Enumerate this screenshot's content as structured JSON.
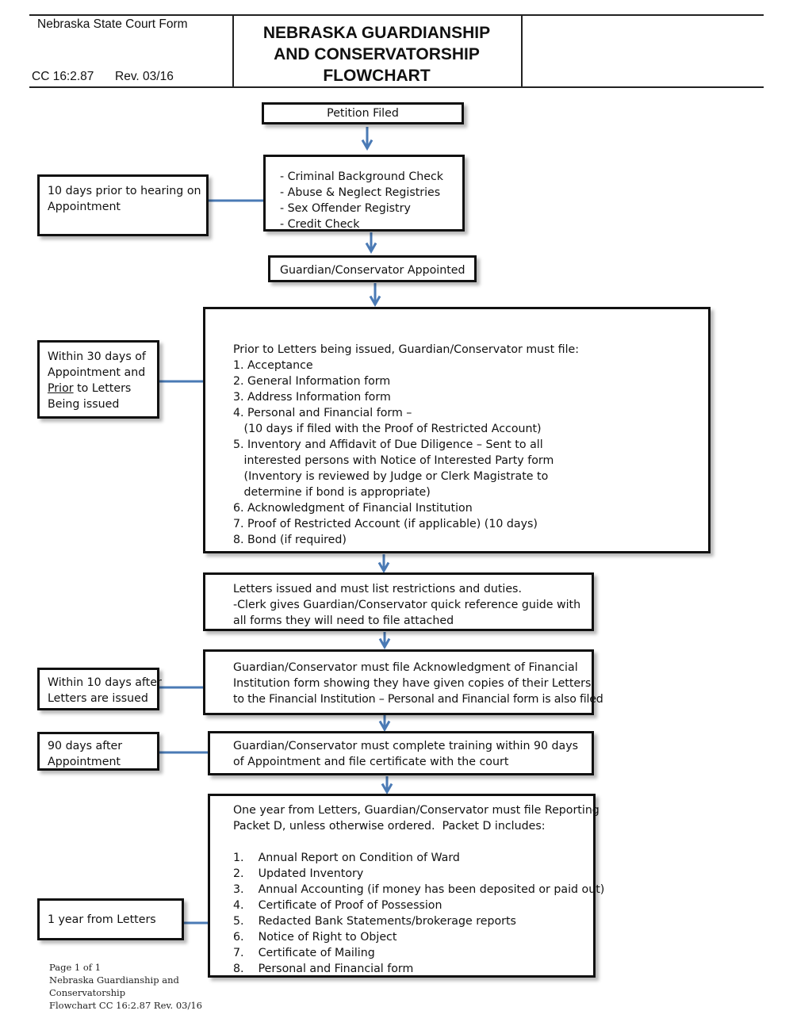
{
  "header": {
    "form_name": "Nebraska State Court Form",
    "form_code": "CC 16:2.87",
    "revision": "Rev. 03/16",
    "title_lines": [
      "NEBRASKA GUARDIANSHIP",
      "AND CONSERVATORSHIP",
      "FLOWCHART"
    ]
  },
  "flow": {
    "petition": "Petition Filed",
    "checks": [
      "- Criminal Background Check",
      "- Abuse & Neglect Registries",
      "- Sex Offender Registry",
      "- Credit Check"
    ],
    "appointed": "Guardian/Conservator Appointed",
    "prior_filing": [
      "Prior to Letters being issued, Guardian/Conservator must file:",
      "1. Acceptance",
      "2. General Information form",
      "3. Address Information form",
      "4. Personal and Financial form –",
      "   (10 days if filed with the Proof of Restricted Account)",
      "5. Inventory and Affidavit of Due Diligence – Sent to all",
      "   interested persons with Notice of Interested Party form",
      "   (Inventory is reviewed by Judge or Clerk Magistrate to",
      "   determine if bond is appropriate)",
      "6. Acknowledgment of Financial Institution",
      "7. Proof of Restricted Account (if applicable) (10 days)",
      "8. Bond (if required)"
    ],
    "letters_issued": [
      "Letters issued and must list restrictions and duties.",
      "-Clerk gives Guardian/Conservator quick reference guide with",
      "all forms they will need to file attached"
    ],
    "acknowledgment": [
      "Guardian/Conservator must file Acknowledgment of Financial",
      "Institution form showing they have given copies of their Letters",
      "to the Financial Institution – Personal and Financial form is also filed"
    ],
    "training": [
      "Guardian/Conservator must complete training within 90 days",
      "of Appointment and file certificate with the court"
    ],
    "annual": [
      "One year from Letters, Guardian/Conservator must file Reporting",
      "Packet D, unless otherwise ordered.  Packet D includes:",
      "",
      "1.    Annual Report on Condition of Ward",
      "2.    Updated Inventory",
      "3.    Annual Accounting (if money has been deposited or paid out)",
      "4.    Certificate of Proof of Possession",
      "5.    Redacted Bank Statements/brokerage reports",
      "6.    Notice of Right to Object",
      "7.    Certificate of Mailing",
      "8.    Personal and Financial form"
    ]
  },
  "timing": {
    "ten_days": [
      "10 days prior to hearing on",
      "Appointment"
    ],
    "thirty_days": [
      "Within 30 days of",
      "Appointment and",
      "Prior",
      " to Letters",
      "Being issued"
    ],
    "ten_days_after": [
      "Within 10 days after",
      "Letters are issued"
    ],
    "ninety_days": [
      "90 days after",
      "Appointment"
    ],
    "one_year": "1 year from Letters"
  },
  "footer": {
    "lines": [
      "Page 1 of 1",
      "Nebraska Guardianship and",
      "Conservatorship",
      "Flowchart CC 16:2.87 Rev. 03/16"
    ]
  },
  "colors": {
    "connector": "#4a7ab5",
    "border": "#111111"
  }
}
